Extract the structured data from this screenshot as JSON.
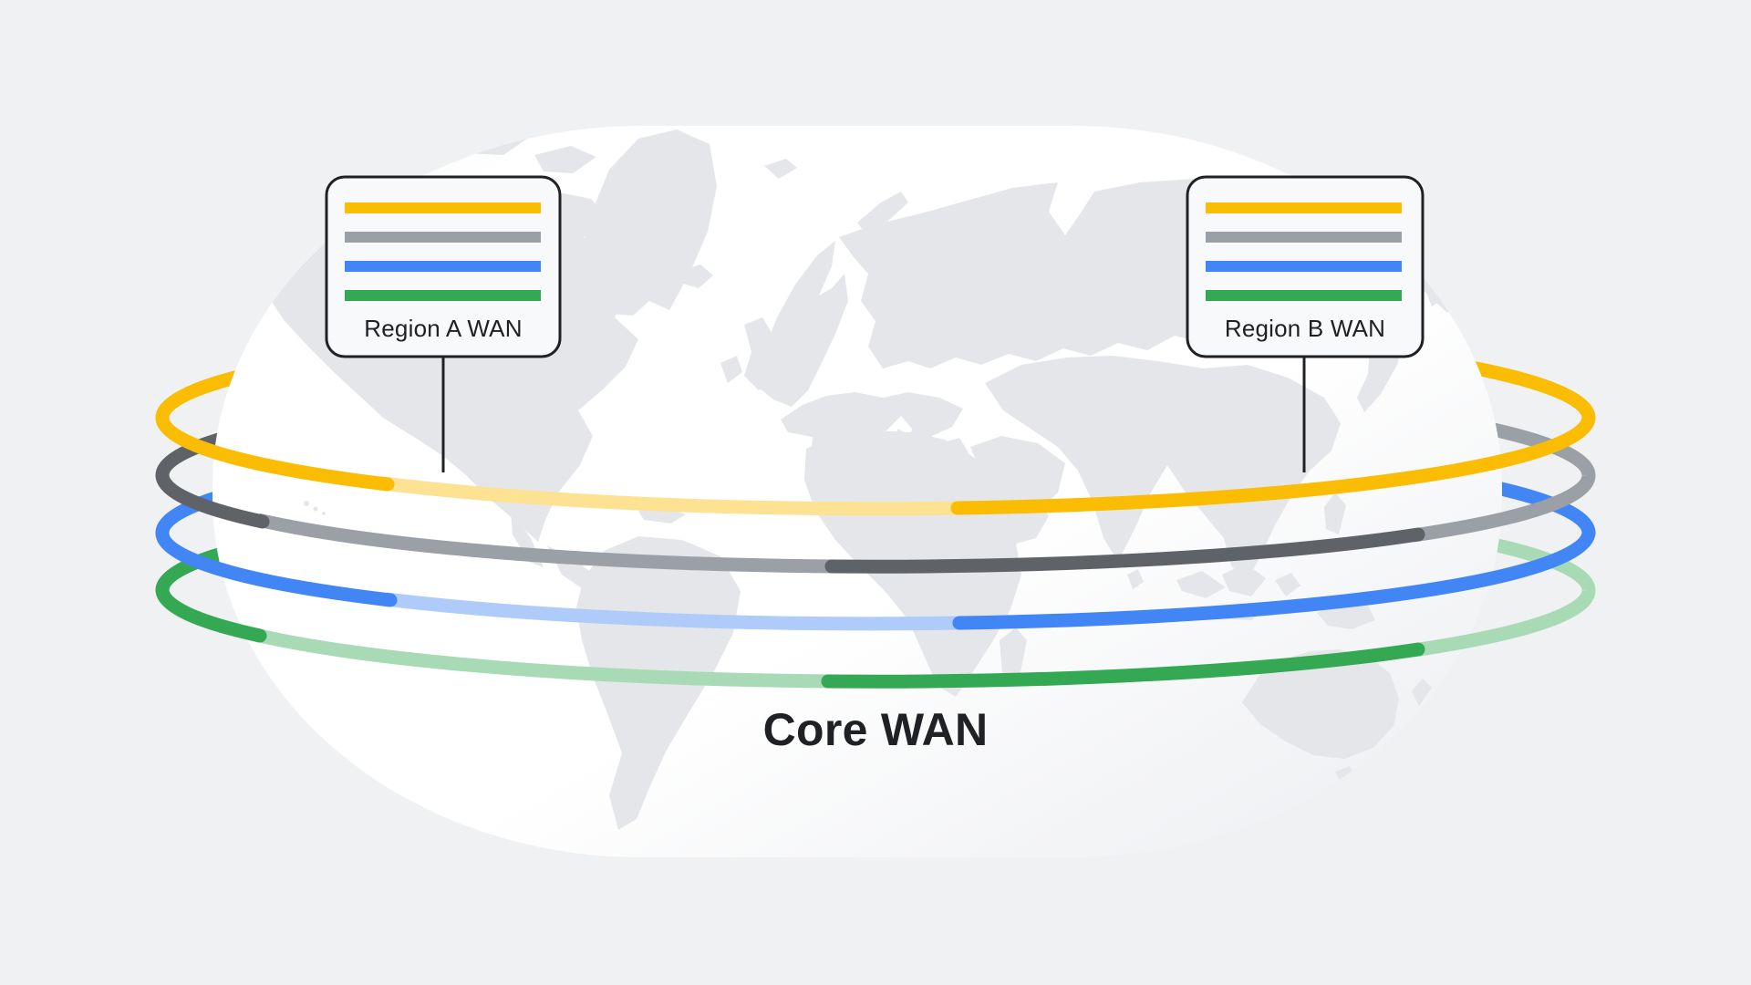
{
  "canvas": {
    "background": "#EFF1F3",
    "globe_fill": "#FFFFFF",
    "land_color": "#E4E6E9"
  },
  "text_color": "#202124",
  "title": {
    "label": "Core WAN"
  },
  "regions": {
    "a": {
      "label": "Region A WAN"
    },
    "b": {
      "label": "Region B WAN"
    }
  },
  "region_box": {
    "background": "#F8F9FA",
    "border": "#202124",
    "connector": "#202124",
    "bar_colors": {
      "yellow": "#FBBC04",
      "gray": "#9AA0A6",
      "blue": "#4285F4",
      "green": "#34A853"
    }
  },
  "rings": {
    "yellow": {
      "solid": "#FBBC04",
      "light": "#FDE293"
    },
    "gray": {
      "solid": "#5F6368",
      "light": "#9AA0A6"
    },
    "blue": {
      "solid": "#4285F4",
      "light": "#AECBFA"
    },
    "green": {
      "solid": "#34A853",
      "light": "#A8DAB5"
    }
  }
}
